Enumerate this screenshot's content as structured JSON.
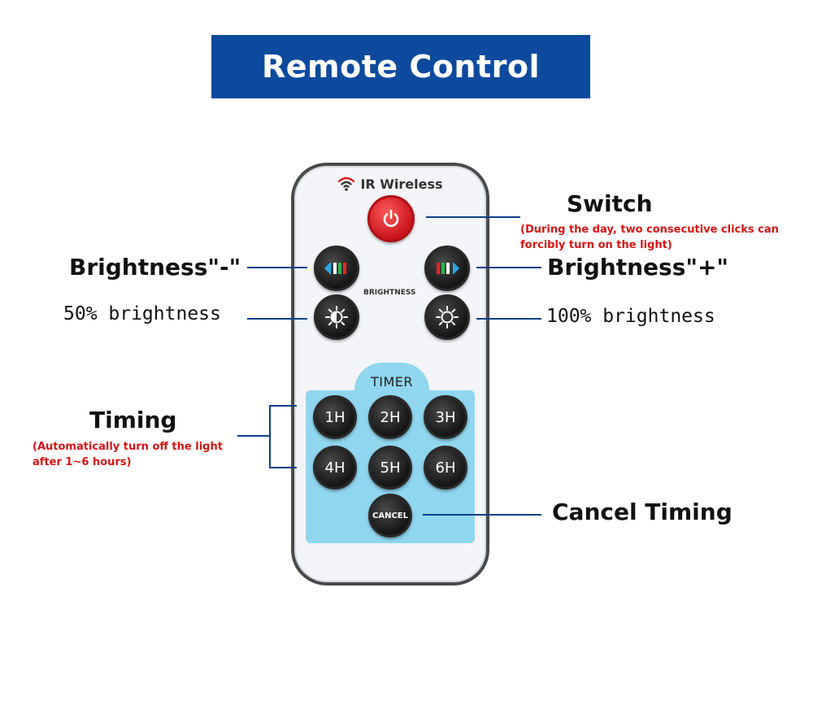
{
  "banner": {
    "title": "Remote Control"
  },
  "remote": {
    "header": "IR Wireless",
    "brightness_label": "BRIGHTNESS",
    "timer_label": "TIMER",
    "hour_buttons": [
      "1H",
      "2H",
      "3H",
      "4H",
      "5H",
      "6H"
    ],
    "cancel_label": "CANCEL"
  },
  "callouts": {
    "switch": "Switch",
    "switch_note_1": "(During the day, two consecutive clicks can",
    "switch_note_2": "forcibly turn on the light)",
    "brightness_minus": "Brightness\"-\"",
    "brightness_plus": "Brightness\"+\"",
    "half_brightness": "50% brightness",
    "full_brightness": "100% brightness",
    "timing": "Timing",
    "timing_note_1": "(Automatically turn off the light",
    "timing_note_2": "after 1~6 hours)",
    "cancel_timing": "Cancel Timing"
  },
  "colors": {
    "banner": "#0d4a9e",
    "leader": "#0d3f8a",
    "power": "#d41a22",
    "timer_panel": "#8fd6ee",
    "note": "#d61414"
  }
}
